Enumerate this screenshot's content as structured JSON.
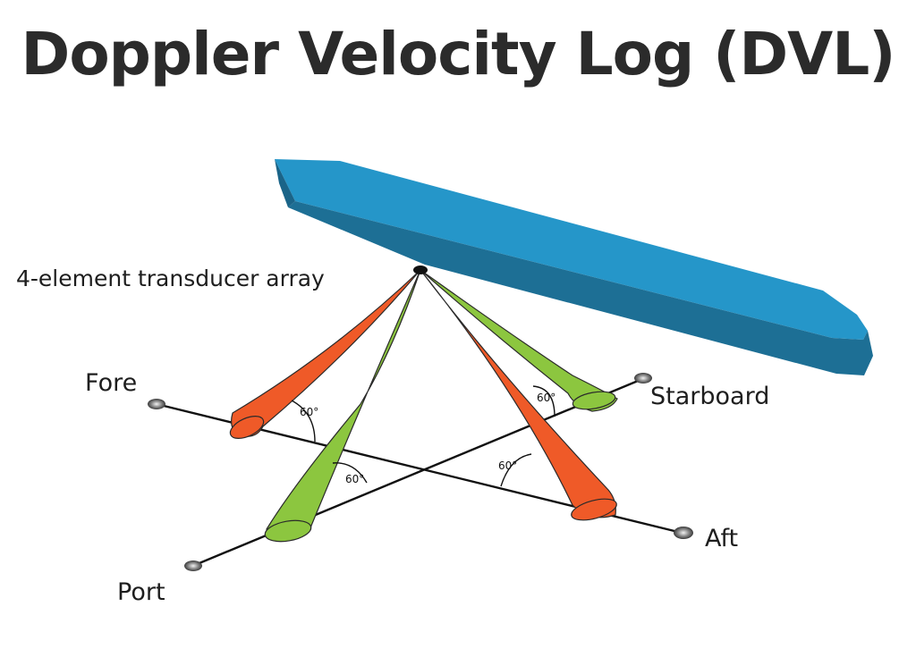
{
  "title": "Doppler Velocity Log (DVL)",
  "labels": {
    "transducer": "4-element transducer array",
    "fore": "Fore",
    "aft": "Aft",
    "port": "Port",
    "starboard": "Starboard"
  },
  "angles": {
    "fore_beam": "60°",
    "port_beam": "60°",
    "aft_beam": "60°",
    "starboard_beam": "60°"
  },
  "colors": {
    "hull_top": "#2596c9",
    "hull_side": "#1d6f95",
    "fore_aft_beams": "#ef5a28",
    "port_starboard_beams": "#8cc63f",
    "title": "#2b2b2b"
  }
}
